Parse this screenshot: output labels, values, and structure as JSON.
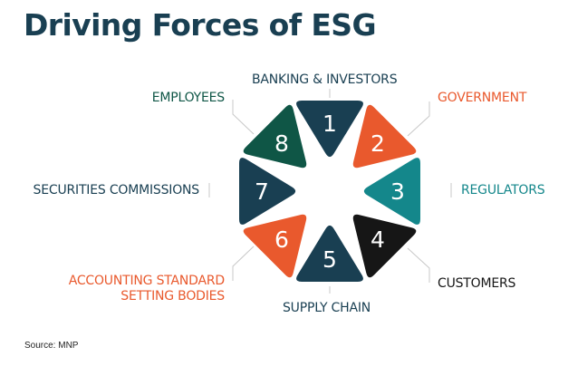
{
  "title": "Driving Forces of ESG",
  "source": "Source: MNP",
  "colors": {
    "navy": "#193f52",
    "green": "#0f5646",
    "orange": "#e9592d",
    "teal": "#14878b",
    "black": "#161616",
    "connector": "#c8c8c8"
  },
  "forces": [
    {
      "number": "1",
      "label": "BANKING & INVESTORS",
      "color": "#193f52"
    },
    {
      "number": "2",
      "label": "GOVERNMENT",
      "color": "#e9592d"
    },
    {
      "number": "3",
      "label": "REGULATORS",
      "color": "#14878b"
    },
    {
      "number": "4",
      "label": "CUSTOMERS",
      "color": "#161616"
    },
    {
      "number": "5",
      "label": "SUPPLY CHAIN",
      "color": "#193f52"
    },
    {
      "number": "6",
      "label": "ACCOUNTING STANDARD\nSETTING BODIES",
      "color": "#e9592d"
    },
    {
      "number": "7",
      "label": "SECURITIES COMMISSIONS",
      "color": "#193f52"
    },
    {
      "number": "8",
      "label": "EMPLOYEES",
      "color": "#0f5646"
    }
  ]
}
